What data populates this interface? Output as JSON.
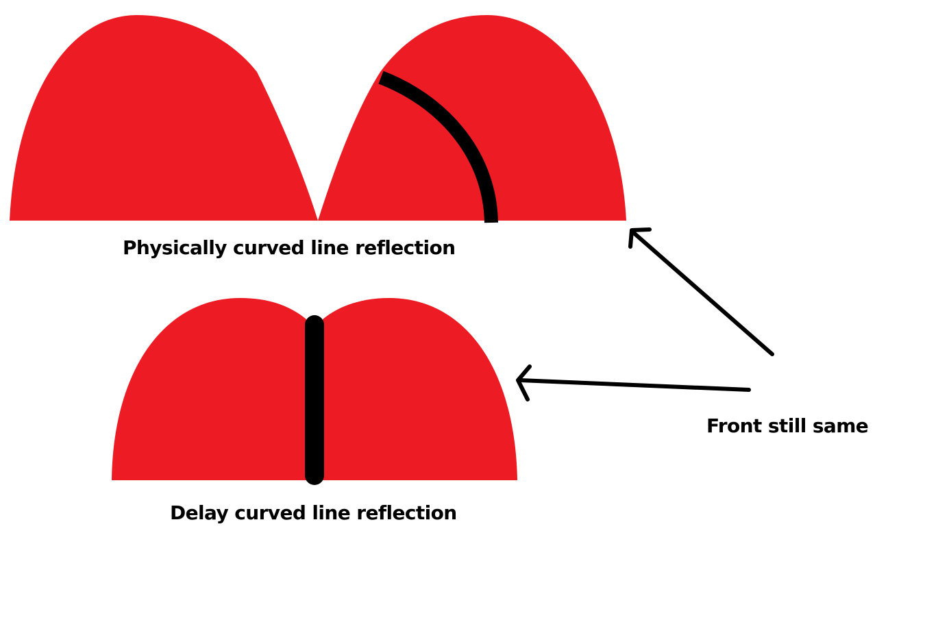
{
  "labels": {
    "top_caption": "Physically curved line reflection",
    "bottom_caption": "Delay curved line reflection",
    "annotation": "Front still same"
  },
  "colors": {
    "wave_fill": "#ed1c24",
    "line": "#000000",
    "background": "#ffffff"
  }
}
